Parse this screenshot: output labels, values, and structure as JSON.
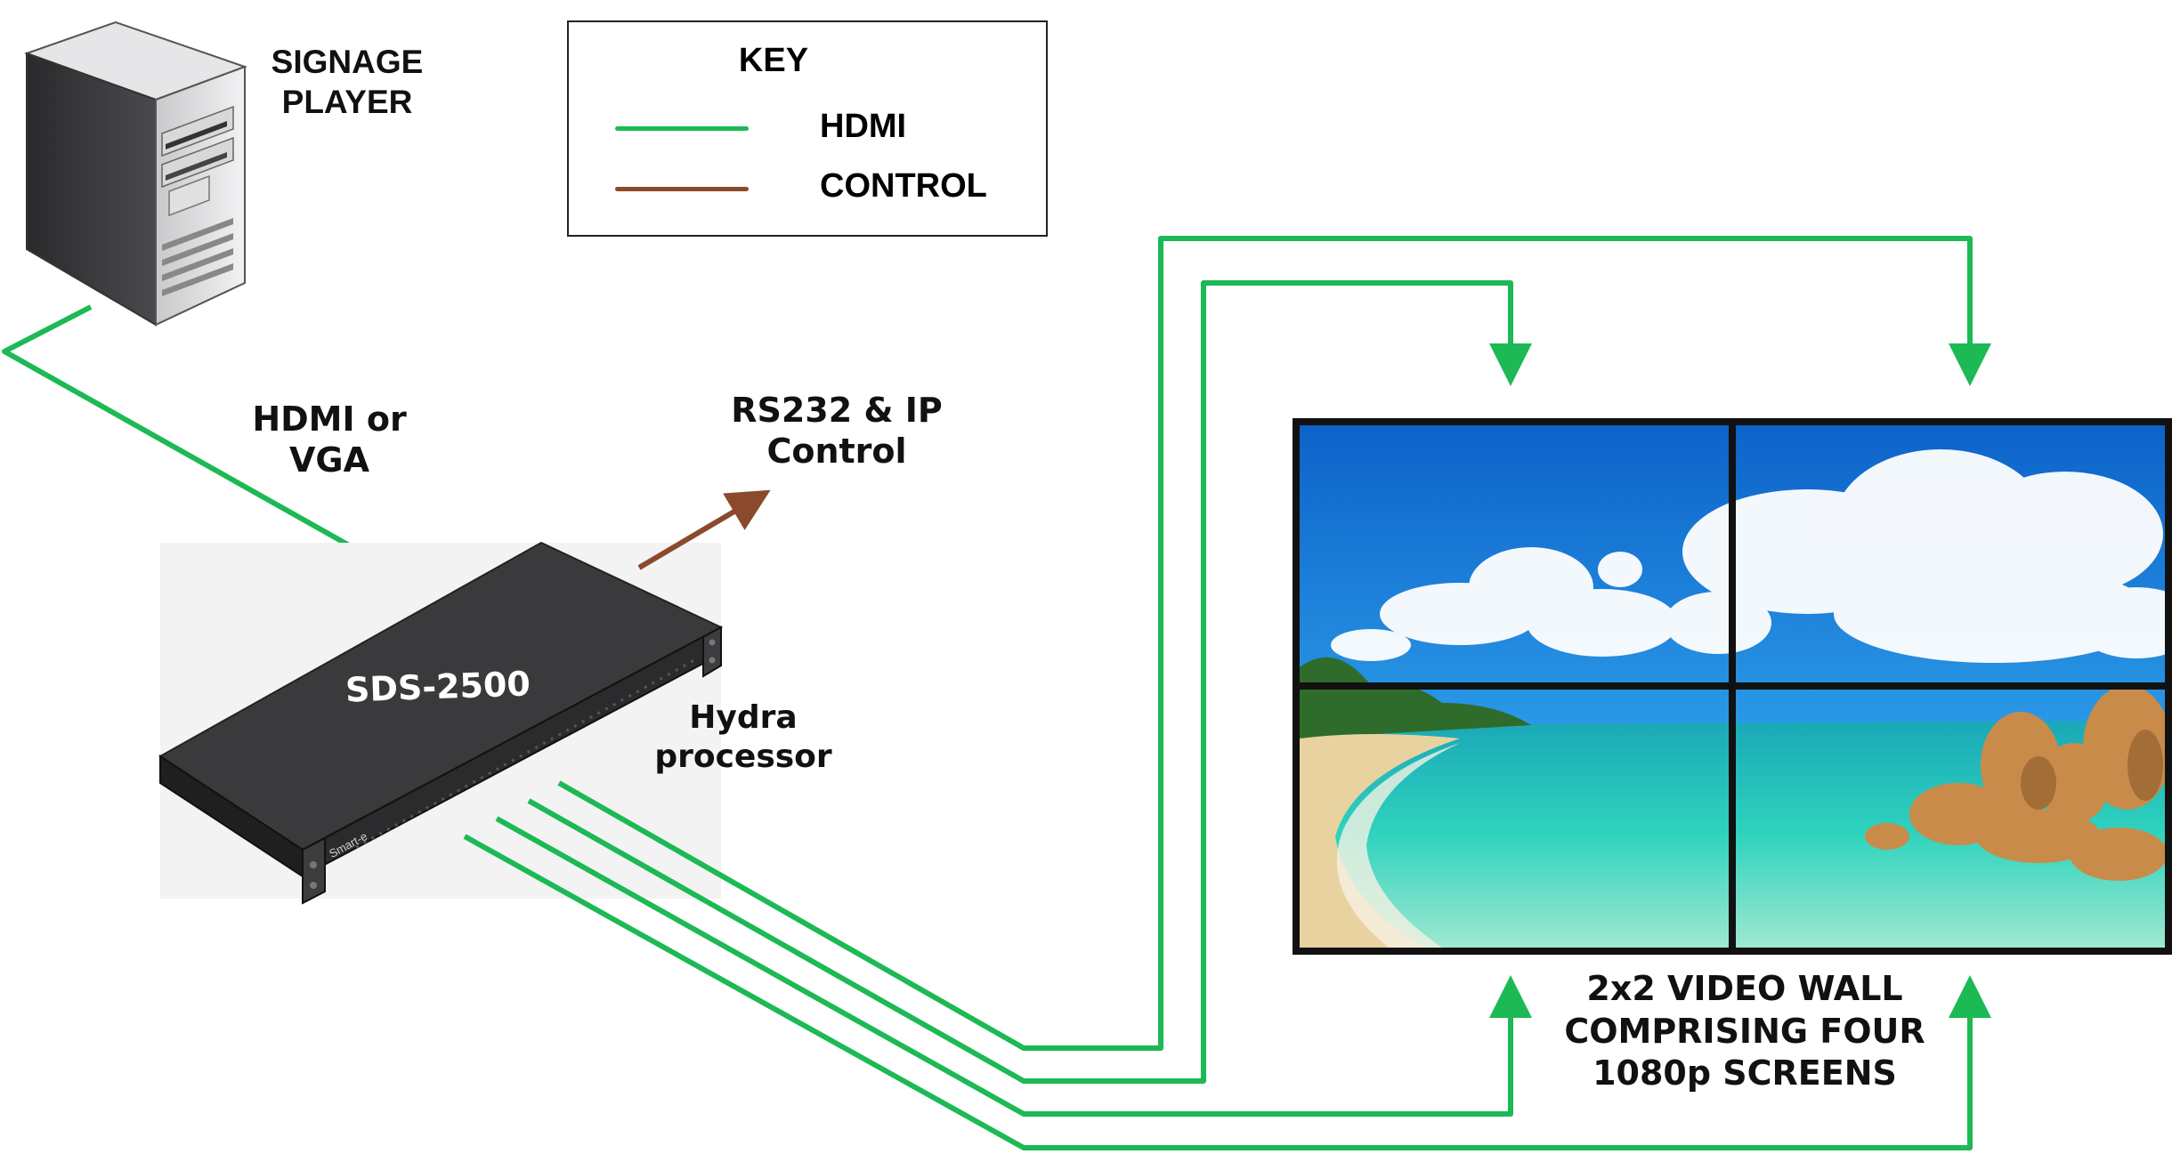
{
  "signage_player_label": "SIGNAGE\nPLAYER",
  "key": {
    "title": "KEY",
    "items": [
      {
        "label": "HDMI",
        "color": "#1db954"
      },
      {
        "label": "CONTROL",
        "color": "#8b4a2b"
      }
    ]
  },
  "input_label": "HDMI or\nVGA",
  "control_label": "RS232 & IP\nControl",
  "device_name": "SDS-2500",
  "device_brand": "Smart-e",
  "processor_label": "Hydra\nprocessor",
  "video_wall_label": "2x2 VIDEO WALL\nCOMPRISING FOUR\n1080p SCREENS",
  "colors": {
    "hdmi": "#1db954",
    "control": "#8b4a2b",
    "device_body": "#3c3c3f",
    "sky": "#1e8fe0",
    "sea": "#27c4b5",
    "sand": "#e8d3a0"
  }
}
